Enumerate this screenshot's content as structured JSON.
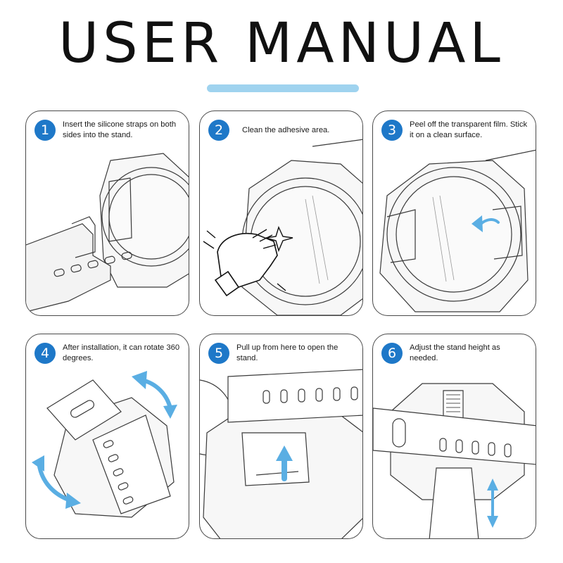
{
  "title": "USER MANUAL",
  "accent_color": "#9fd3ef",
  "step_badge_color": "#1e78c8",
  "arrow_color": "#5aaee3",
  "steps": [
    {
      "number": "1",
      "text": "Insert the silicone straps on both sides into the stand."
    },
    {
      "number": "2",
      "text": "Clean the adhesive area."
    },
    {
      "number": "3",
      "text": "Peel off the transparent film. Stick it on a clean surface."
    },
    {
      "number": "4",
      "text": "After installation, it can rotate 360 degrees."
    },
    {
      "number": "5",
      "text": "Pull up from here to open the stand."
    },
    {
      "number": "6",
      "text": "Adjust the stand height as needed."
    }
  ]
}
